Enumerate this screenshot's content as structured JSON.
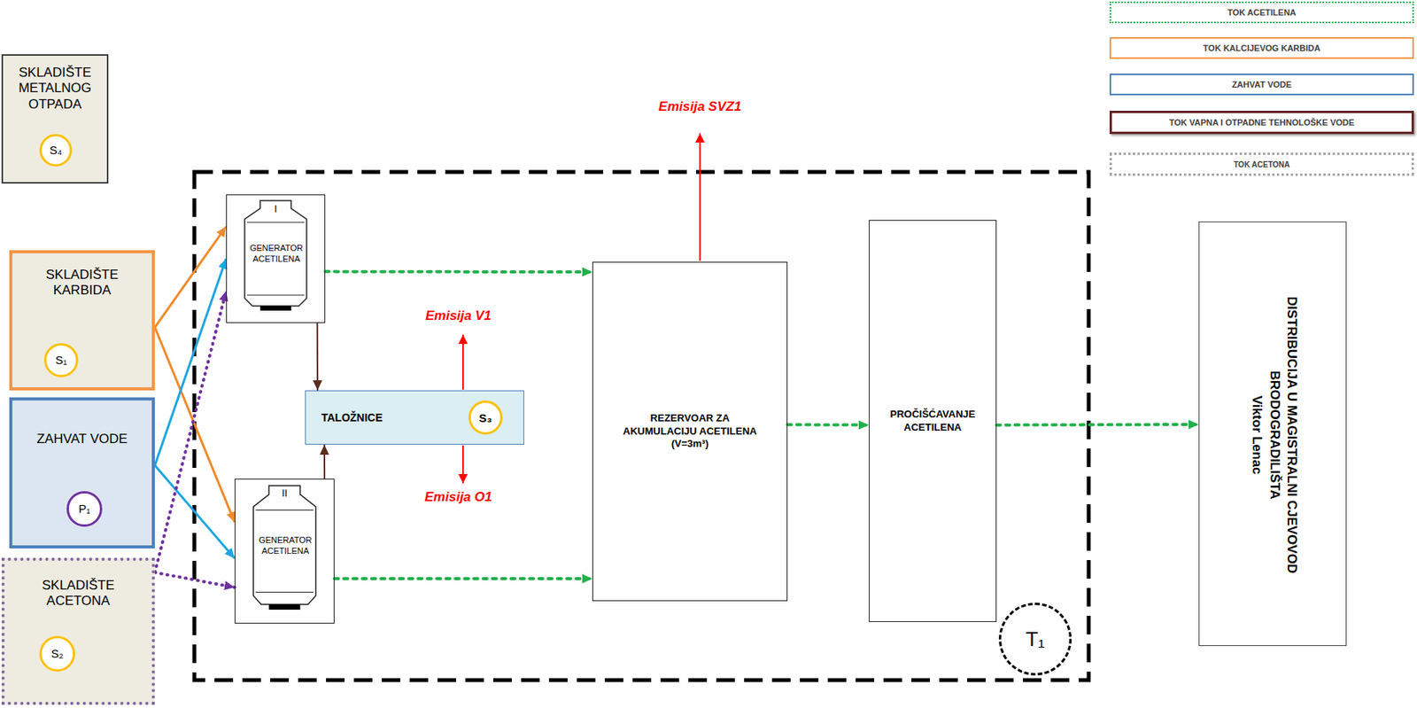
{
  "diagram": {
    "nodes": [
      {
        "text": [
          "SKLADIŠTE METALNOG OTPADA"
        ]
      },
      {
        "text": [
          "S₄"
        ],
        "in": 0
      },
      {
        "text": [
          "SKLADIŠTE KARBIDA"
        ]
      },
      {
        "text": [
          "S₁"
        ],
        "in": 2
      },
      {
        "text": [
          "ZAHVAT VODE"
        ]
      },
      {
        "text": [
          "P₁"
        ],
        "in": 4
      },
      {
        "text": [
          "SKLADIŠTE ACETONA"
        ]
      },
      {
        "text": [
          "S₂"
        ],
        "in": 6
      },
      {
        "text": [
          "I",
          "GENERATOR ACETILENA"
        ]
      },
      {
        "text": [
          "TALOŽNICE"
        ]
      },
      {
        "text": [
          "S₃"
        ],
        "in": 9
      },
      {
        "text": [
          "II",
          "GENERATOR ACETILENA"
        ]
      },
      {
        "text": [
          "REZERVOAR ZA AKUMULACIJU ACETILENA",
          "(V=3m³)"
        ]
      },
      {
        "text": [
          "PROČIŠĆAVANJE ACETILENA"
        ]
      },
      {
        "text": [
          "T₁"
        ]
      },
      {
        "text": [
          "DISTRIBUCIJA U MAGISTRALNI CJEVOVOD",
          "BRODOGRADILIŠTA",
          "Viktor Lenac"
        ]
      }
    ],
    "edges": [
      {
        "from": 2,
        "to": 8,
        "arrow": "to"
      },
      {
        "from": 2,
        "to": 11,
        "arrow": "to"
      },
      {
        "from": 4,
        "to": 8,
        "arrow": "to"
      },
      {
        "from": 4,
        "to": 11,
        "arrow": "to"
      },
      {
        "from": 6,
        "to": 8,
        "arrow": "to"
      },
      {
        "from": 6,
        "to": 11,
        "arrow": "to"
      },
      {
        "from": 8,
        "to": 9,
        "arrow": "to"
      },
      {
        "from": 11,
        "to": 9,
        "arrow": "to"
      },
      {
        "from": 8,
        "to": 12,
        "arrow": "to"
      },
      {
        "from": 11,
        "to": 12,
        "arrow": "to"
      },
      {
        "from": 12,
        "to": 13,
        "arrow": "to"
      },
      {
        "from": 13,
        "to": 15,
        "arrow": "to"
      }
    ],
    "labels": [
      "Emisija SVZ1",
      "Emisija V1",
      "Emisija O1"
    ],
    "legend": [
      {
        "text": "TOK ACETILENA"
      },
      {
        "text": "TOK KALCIJEVOG KARBIDA"
      },
      {
        "text": "ZAHVAT VODE"
      },
      {
        "text": "TOK VAPNA I OTPADNE TEHNOLOŠKE VODE"
      },
      {
        "text": "TOK ACETONA"
      }
    ]
  }
}
